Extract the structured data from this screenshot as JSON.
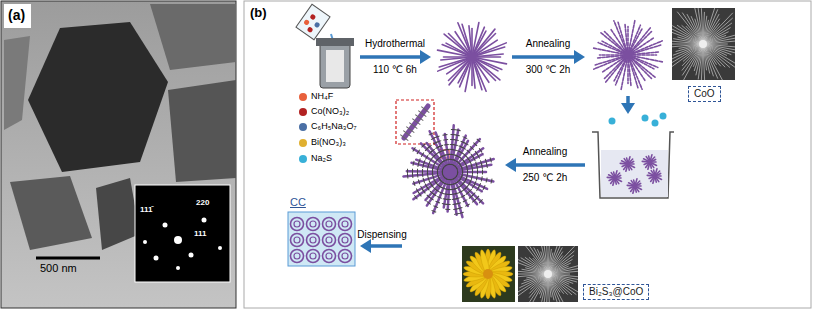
{
  "diagram": {
    "nodes": [
      {
        "text": [
          "CoO"
        ]
      },
      {
        "text": [
          "Bi₂S₃@CoO"
        ]
      }
    ],
    "labels": [
      "(a)",
      "500 nm",
      "111̄",
      "220",
      "111",
      "(b)",
      "Hydrothermal",
      "110 ℃ 6h",
      "Annealing",
      "300 ℃ 2h",
      "Annealing",
      "250 ℃ 2h",
      "Dispensing",
      "CC"
    ],
    "legend": [
      {
        "text": "NH₄F",
        "color": "#e8603c"
      },
      {
        "text": "Co(NO₃)₂",
        "color": "#b22222"
      },
      {
        "text": "C₆H₅Na₃O₇",
        "color": "#4a6fa5"
      },
      {
        "text": "Bi(NO₃)₃",
        "color": "#e0b030"
      },
      {
        "text": "Na₂S",
        "color": "#38b0d8"
      }
    ]
  }
}
